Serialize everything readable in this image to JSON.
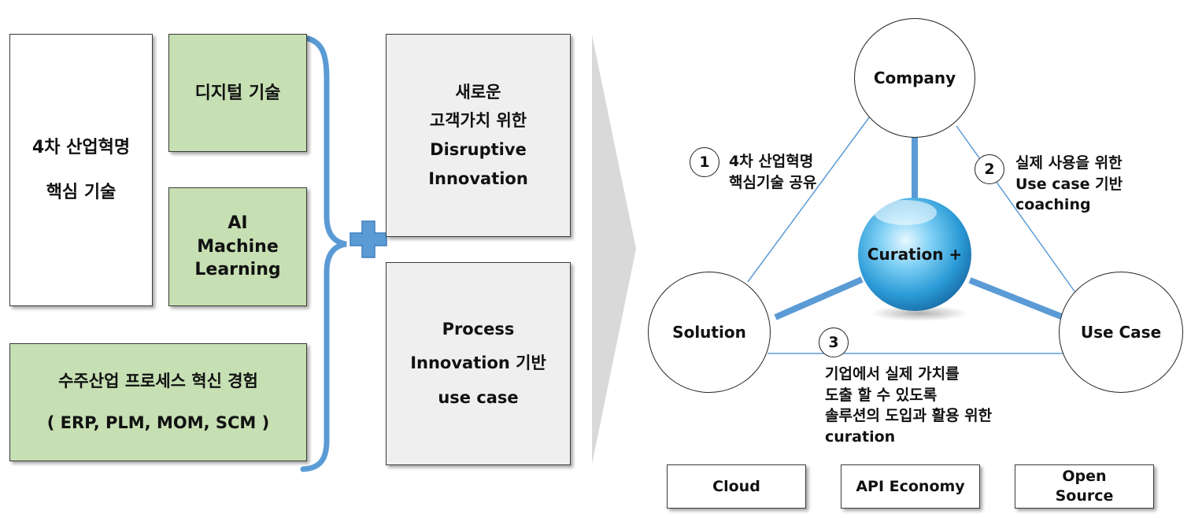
{
  "left": {
    "core_tech_box": {
      "lines": [
        "4차 산업혁명",
        "핵심 기술"
      ]
    },
    "digital_tech_box": {
      "lines": [
        "디지털 기술"
      ]
    },
    "ai_box": {
      "lines": [
        "AI",
        "Machine",
        "Learning"
      ]
    },
    "industry_box": {
      "lines": [
        "수주산업 프로세스 혁신 경험",
        "( ERP, PLM, MOM, SCM )"
      ]
    },
    "colors": {
      "green_fill": "#c6dfb3",
      "brace": "#5b9bd5"
    },
    "plus_icon": "plus-icon"
  },
  "middle": {
    "disruptive_box": {
      "lines": [
        "새로운",
        "고객가치 위한",
        "Disruptive",
        "Innovation"
      ]
    },
    "process_box": {
      "lines": [
        "Process",
        "Innovation 기반",
        "use case"
      ]
    },
    "arrow_icon": "chevron-arrow"
  },
  "right": {
    "nodes": {
      "company": "Company",
      "solution": "Solution",
      "use_case": "Use Case"
    },
    "center": {
      "label": "Curation +"
    },
    "notes": [
      {
        "number": "1",
        "lines": [
          "4차 산업혁명",
          "핵심기술 공유"
        ]
      },
      {
        "number": "2",
        "lines": [
          "실제 사용을 위한",
          "Use case 기반",
          "coaching"
        ]
      },
      {
        "number": "3",
        "lines": [
          "기업에서 실제 가치를",
          "도출 할 수 있도록",
          "솔루션의 도입과 활용 위한",
          "curation"
        ]
      }
    ],
    "tags": {
      "cloud": [
        "Cloud"
      ],
      "api": [
        "API Economy"
      ],
      "open_source": [
        "Open",
        "Source"
      ]
    },
    "colors": {
      "connector": "#5b9bd5",
      "sphere": "#3aa8e0"
    }
  }
}
